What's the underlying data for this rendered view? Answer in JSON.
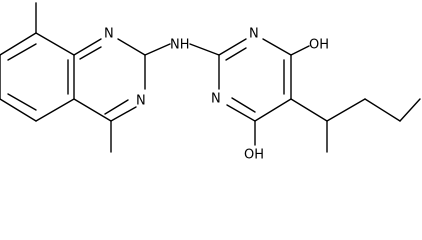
{
  "atom_labels": {
    "n1": "N",
    "n3": "N",
    "nh": "NH",
    "pn_a": "N",
    "pn_b": "N",
    "oh_top": "OH",
    "oh_bottom": "OH"
  },
  "colors": {
    "bond": "#000000",
    "text": "#000000",
    "background": "#ffffff"
  }
}
